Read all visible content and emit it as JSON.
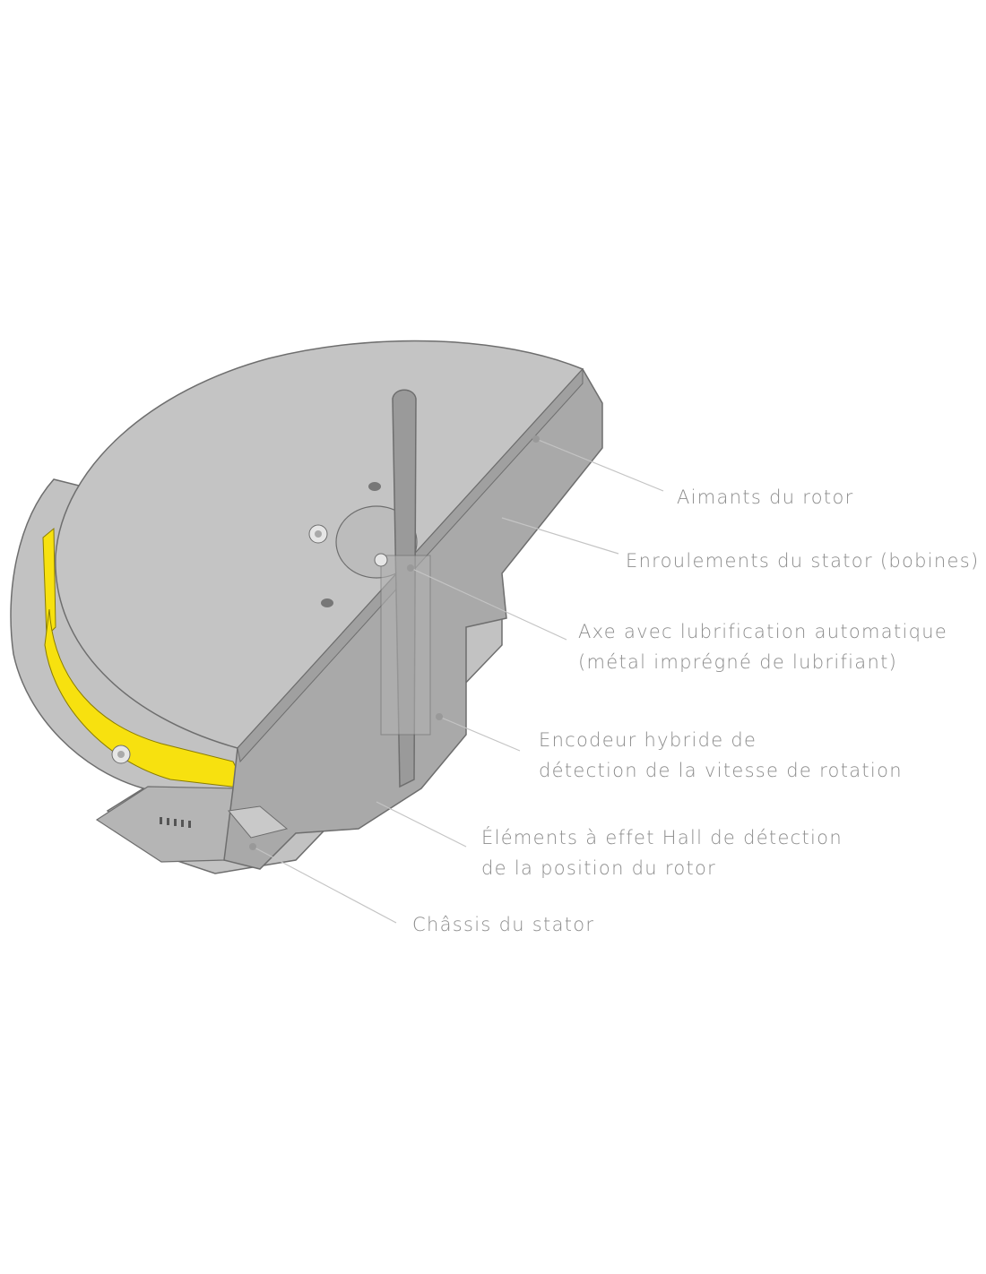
{
  "labels": {
    "rotor_magnets": "Aimants du rotor",
    "stator_windings": "Enroulements du stator (bobines)",
    "shaft_line1": "Axe avec lubrification automatique",
    "shaft_line2": "(métal imprégné de lubrifiant)",
    "encoder_line1": "Encodeur hybride de",
    "encoder_line2": "détection de la vitesse de rotation",
    "hall_line1": "Éléments à effet Hall de détection",
    "hall_line2": "de la position du rotor",
    "stator_frame": "Châssis du stator"
  },
  "colors": {
    "body": "#bdbdbd",
    "body_dark": "#9e9e9e",
    "outline": "#6e6e6e",
    "coil": "#f7e10f",
    "text": "#8c8c8c",
    "leader": "#c4c4c4"
  }
}
